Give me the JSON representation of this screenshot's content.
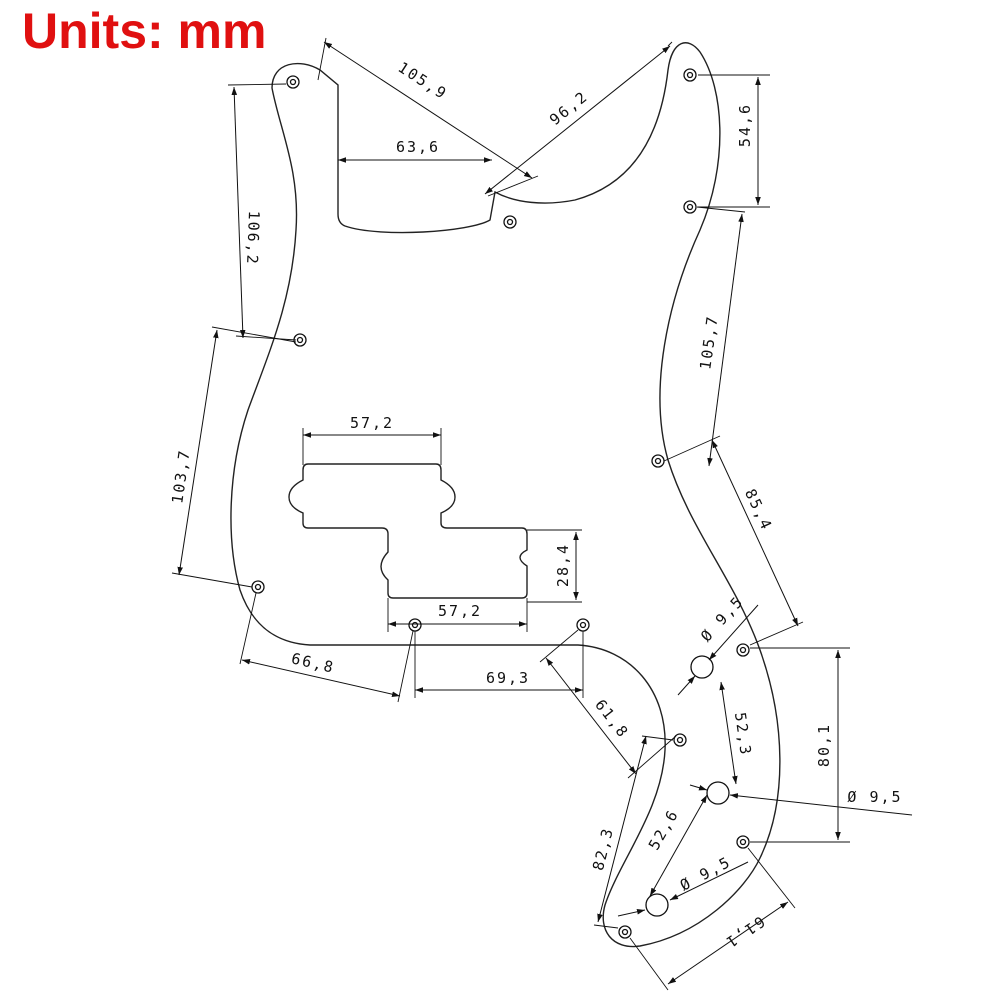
{
  "title": "Units: mm",
  "dimensions": {
    "d105_9": "105,9",
    "d96_2": "96,2",
    "d63_6": "63,6",
    "d54_6": "54,6",
    "d106_2": "106,2",
    "d105_7": "105,7",
    "d103_7": "103,7",
    "d57_2_top": "57,2",
    "d85_4": "85,4",
    "d28_4": "28,4",
    "d57_2_bottom": "57,2",
    "d66_8": "66,8",
    "d69_3": "69,3",
    "dia1": "Ø 9,5",
    "d80_1": "80,1",
    "d52_3": "52,3",
    "d61_8": "61,8",
    "dia2": "Ø 9,5",
    "d82_3": "82,3",
    "d52_6": "52,6",
    "dia3": "Ø 9,5",
    "d61_1": "61,1"
  },
  "colors": {
    "title": "#e01010",
    "lines": "#111111"
  }
}
